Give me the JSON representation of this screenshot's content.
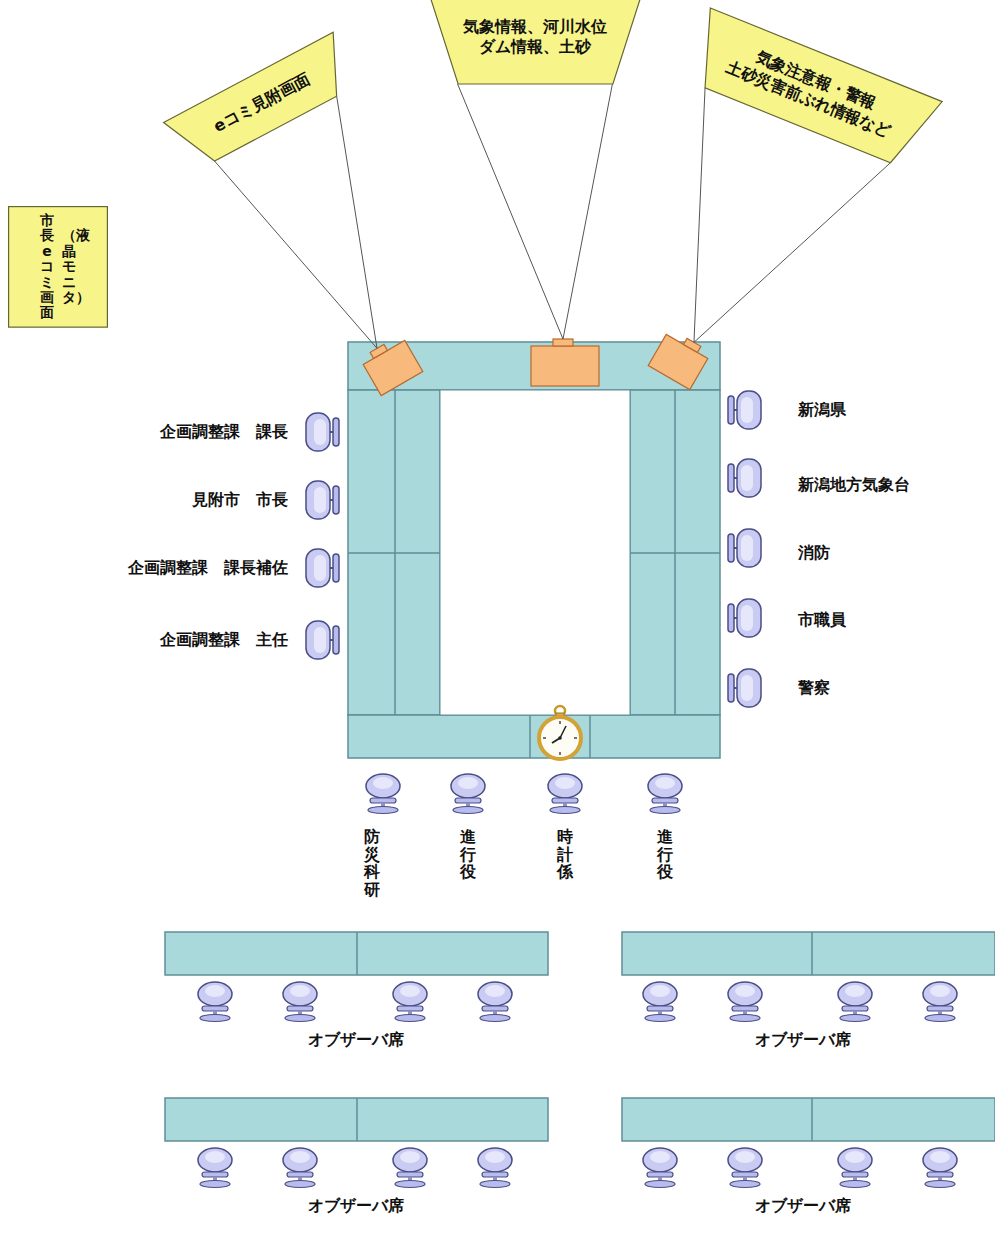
{
  "diagram": {
    "nodes": [
      {
        "text": [
          "eコミ見附画面"
        ]
      },
      {
        "text": [
          "気象情報、河川水位 ダム情報、土砂"
        ]
      },
      {
        "text": [
          "気象注意報・警報 土砂災害前ぶれ情報など"
        ]
      },
      {
        "text": [
          "市長eコミ画面",
          "（液晶モニタ）"
        ]
      }
    ],
    "labels": [
      "企画調整課　課長",
      "見附市　市長",
      "企画調整課　課長補佐",
      "企画調整課　主任",
      "新潟県",
      "新潟地方気象台",
      "消防",
      "市職員",
      "警察",
      "防災科研",
      "進行役",
      "時計係",
      "進行役",
      "オブザーバ席",
      "オブザーバ席",
      "オブザーバ席",
      "オブザーバ席"
    ]
  }
}
